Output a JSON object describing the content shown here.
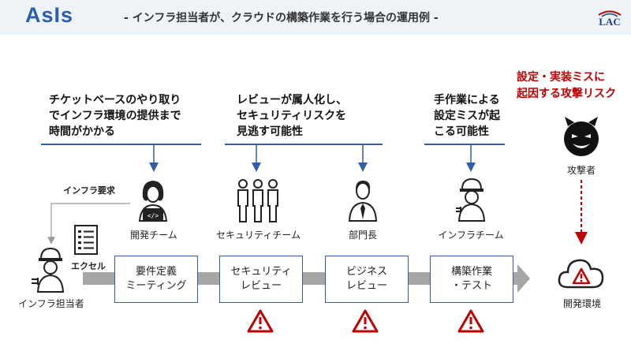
{
  "header": {
    "title": "AsIs",
    "subtitle": "- インフラ担当者が、クラウドの構築作業を行う場合の運用例 -",
    "logo_text": "LAC"
  },
  "issues": [
    "チケットベースのやり取り\nでインフラ環境の提供まで\n時間がかかる",
    "レビューが属人化し、\nセキュリティリスクを\n見逃す可能性",
    "手作業による\n設定ミスが起\nこる可能性"
  ],
  "risk_note": "設定・実装ミスに\n起因する攻撃リスク",
  "actors": {
    "dev_team": "開発チーム",
    "security_team": "セキュリティチーム",
    "manager": "部門長",
    "infra_team": "インフラチーム",
    "attacker": "攻撃者",
    "infra_owner": "インフラ担当者",
    "dev_env": "開発環境"
  },
  "labels": {
    "infra_request": "インフラ要求",
    "excel": "エクセル"
  },
  "steps": [
    "要件定義\nミーティング",
    "セキュリティ\nレビュー",
    "ビジネス\nレビュー",
    "構築作業\n・テスト"
  ],
  "colors": {
    "title": "#2b5fae",
    "line": "#2e5fa8",
    "risk": "#c00000",
    "warning": "#c00000",
    "arrow": "#a6a6a6"
  }
}
